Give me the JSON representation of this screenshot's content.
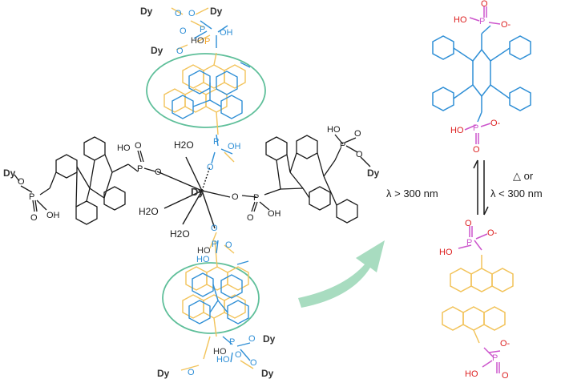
{
  "colors": {
    "black": "#1a1a1a",
    "blue": "#2f8fd6",
    "yellow": "#f2c35a",
    "green_ellipse": "#5fbf9a",
    "arrow_green": "#a8dcc0",
    "phosphorus": "#cc55cc",
    "oxygen_red": "#dd2222"
  },
  "labels": {
    "dy": "Dy",
    "dy_center": "Dy",
    "o": "O",
    "p": "P",
    "oh": "OH",
    "ho": "HO",
    "h2o": "H2O",
    "o_minus": "O-"
  },
  "conditions": {
    "forward": "λ > 300 nm",
    "reverse_symbol": "△ or",
    "reverse": "λ < 300 nm"
  }
}
